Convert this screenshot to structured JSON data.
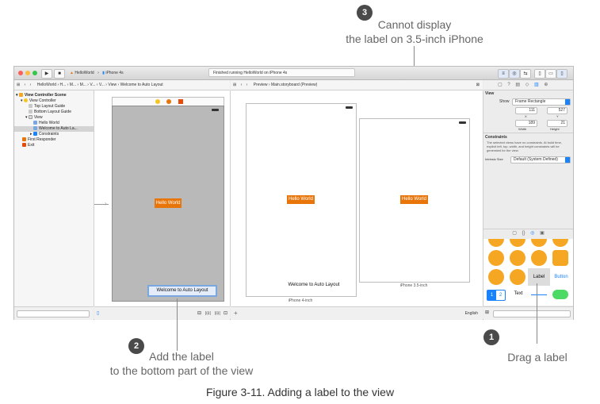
{
  "callouts": {
    "c1": {
      "number": "1",
      "text": "Drag a label"
    },
    "c2": {
      "number": "2",
      "line1": "Add the label",
      "line2": "to the bottom part of the view"
    },
    "c3": {
      "number": "3",
      "line1": "Cannot display",
      "line2": "the label on 3.5-inch iPhone"
    }
  },
  "caption": "Figure 3-11. Adding a label to the view",
  "toolbar": {
    "scheme": "HelloWorld",
    "device": "iPhone 4s",
    "status": "Finished running HelloWorld on iPhone 4s"
  },
  "jumpbar_left": {
    "items": [
      "HelloWorld",
      "H...",
      "M...",
      "M...",
      "V...",
      "V...",
      "View",
      "Welcome to Auto Layout"
    ]
  },
  "jumpbar_preview": {
    "preview": "Preview",
    "storyboard": "Main.storyboard (Preview)"
  },
  "navigator": {
    "items": [
      {
        "label": "View Controller Scene"
      },
      {
        "label": "View Controller"
      },
      {
        "label": "Top Layout Guide"
      },
      {
        "label": "Bottom Layout Guide"
      },
      {
        "label": "View"
      },
      {
        "label": "Hello World"
      },
      {
        "label": "Welcome to Auto La..."
      },
      {
        "label": "Constraints"
      },
      {
        "label": "First Responder"
      },
      {
        "label": "Exit"
      }
    ]
  },
  "canvas": {
    "hello_label": "Hello World",
    "welcome_label": "Welcome to Auto Layout"
  },
  "preview": {
    "phone4": {
      "hello": "Hello World",
      "welcome": "Welcome to Auto Layout",
      "caption": "iPhone 4-inch"
    },
    "phone35": {
      "hello": "Hello World",
      "caption": "iPhone 3.5-inch"
    },
    "language": "English"
  },
  "inspector": {
    "section_view": "View",
    "show_label": "Show",
    "show_value": "Frame Rectangle",
    "x_value": "111",
    "y_value": "527",
    "x_label": "X",
    "y_label": "Y",
    "w_value": "189",
    "h_value": "21",
    "w_label": "Width",
    "h_label": "Height",
    "constraints_title": "Constraints",
    "constraints_text": "The selected views have no constraints. At build time, explicit left, top, width, and height constraints will be generated for the view.",
    "intrinsic_label": "Intrinsic Size",
    "intrinsic_value": "Default (System Defined)"
  },
  "library": {
    "label_cell": "Label",
    "button_cell": "Button",
    "text_cell": "Text",
    "seg_1": "1",
    "seg_2": "2"
  },
  "colors": {
    "accent": "#1a82fb",
    "label_orange": "#e8750a",
    "library_yellow": "#f5a623",
    "switch_green": "#4cd964"
  }
}
